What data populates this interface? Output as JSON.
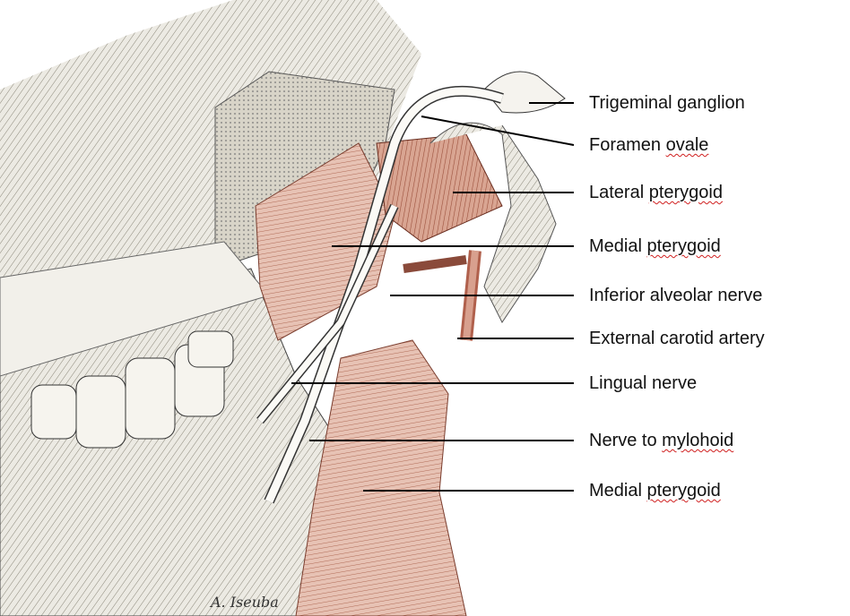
{
  "labels": [
    {
      "pre": "Trigeminal ganglion",
      "sq": ""
    },
    {
      "pre": "Foramen ",
      "sq": "ovale"
    },
    {
      "pre": "Lateral ",
      "sq": "pterygoid"
    },
    {
      "pre": "Medial ",
      "sq": "pterygoid"
    },
    {
      "pre": "Inferior alveolar nerve",
      "sq": ""
    },
    {
      "pre": "External carotid artery",
      "sq": ""
    },
    {
      "pre": "Lingual nerve",
      "sq": ""
    },
    {
      "pre": "Nerve to ",
      "sq": "mylohoid"
    },
    {
      "pre": "Medial ",
      "sq": "pterygoid"
    }
  ],
  "signature": "A. Iseuba",
  "colors": {
    "muscle": "#c98a78",
    "bone": "#e6e2d8",
    "ink": "#333333"
  }
}
